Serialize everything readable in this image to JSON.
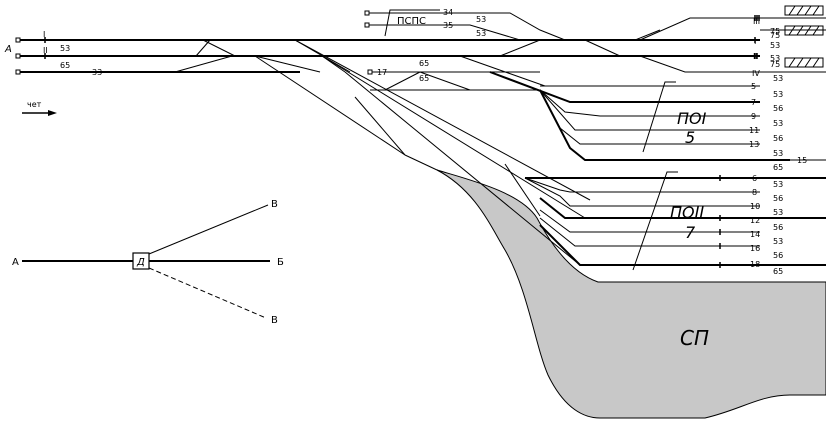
{
  "labels": {
    "station_a": "A",
    "direction": "чет",
    "pspc": "ПСПС",
    "poi": "ПОI",
    "poi_count": "5",
    "poii": "ПОII",
    "poii_count": "7",
    "sp": "СП",
    "scheme_a": "А",
    "scheme_d": "Д",
    "scheme_b": "Б",
    "scheme_v_top": "В",
    "scheme_v_bottom": "В"
  },
  "tracks": {
    "main_1": "I",
    "main_1_len": "53",
    "main_2": "II",
    "main_2_len": "65",
    "main_2_sw": "33",
    "p34": "34",
    "p34_len": "53",
    "p35": "35",
    "p35_len": "53",
    "p17": "17",
    "p17_len": "65",
    "p17_len_b": "65",
    "right_III": "III",
    "right_I": "I",
    "right_II": "II",
    "right_IV": "IV",
    "r75a": "75",
    "r53a": "53",
    "r75b": "75",
    "r53b": "53",
    "r75c": "75",
    "poi_tracks": [
      {
        "n": "5",
        "len": "53"
      },
      {
        "n": "7",
        "len": "56"
      },
      {
        "n": "9",
        "len": "53"
      },
      {
        "n": "11",
        "len": "56"
      },
      {
        "n": "13",
        "len": "53"
      },
      {
        "n": "15",
        "len": "65"
      }
    ],
    "poi_top_len": "53",
    "poii_tracks": [
      {
        "n": "6",
        "len": "53"
      },
      {
        "n": "8",
        "len": "56"
      },
      {
        "n": "10",
        "len": "53"
      },
      {
        "n": "12",
        "len": "56"
      },
      {
        "n": "14",
        "len": "53"
      },
      {
        "n": "16",
        "len": "56"
      },
      {
        "n": "18",
        "len": "65"
      }
    ],
    "poii_top_len": "65"
  }
}
